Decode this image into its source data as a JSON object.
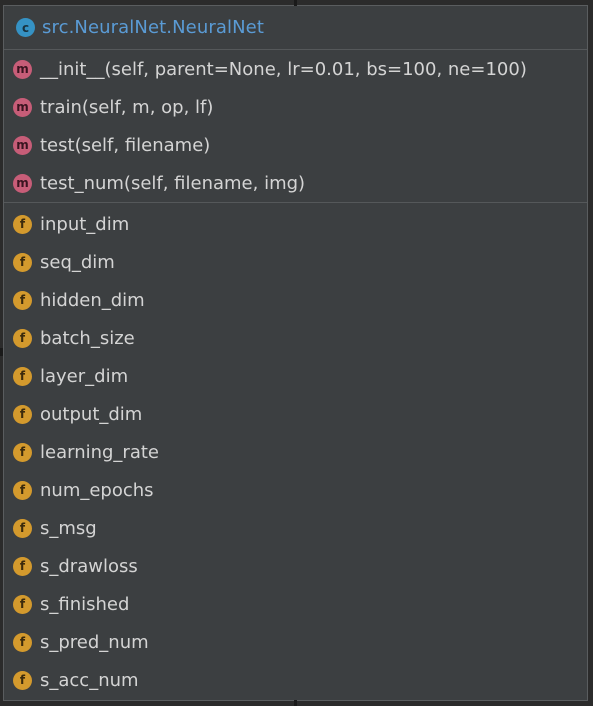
{
  "class": {
    "name": "src.NeuralNet.NeuralNet",
    "icon": "class-icon",
    "icon_letter": "c"
  },
  "methods": [
    {
      "label": "__init__(self, parent=None, lr=0.01, bs=100, ne=100)",
      "icon_letter": "m"
    },
    {
      "label": "train(self, m, op, lf)",
      "icon_letter": "m"
    },
    {
      "label": "test(self, filename)",
      "icon_letter": "m"
    },
    {
      "label": "test_num(self, filename, img)",
      "icon_letter": "m"
    }
  ],
  "fields": [
    {
      "label": "input_dim",
      "icon_letter": "f"
    },
    {
      "label": "seq_dim",
      "icon_letter": "f"
    },
    {
      "label": "hidden_dim",
      "icon_letter": "f"
    },
    {
      "label": "batch_size",
      "icon_letter": "f"
    },
    {
      "label": "layer_dim",
      "icon_letter": "f"
    },
    {
      "label": "output_dim",
      "icon_letter": "f"
    },
    {
      "label": "learning_rate",
      "icon_letter": "f"
    },
    {
      "label": "num_epochs",
      "icon_letter": "f"
    },
    {
      "label": "s_msg",
      "icon_letter": "f"
    },
    {
      "label": "s_drawloss",
      "icon_letter": "f"
    },
    {
      "label": "s_finished",
      "icon_letter": "f"
    },
    {
      "label": "s_pred_num",
      "icon_letter": "f"
    },
    {
      "label": "s_acc_num",
      "icon_letter": "f"
    }
  ],
  "colors": {
    "background": "#3c3f41",
    "class_title": "#5a9bd5",
    "class_badge": "#3592c4",
    "method_badge": "#c75d78",
    "field_badge": "#d49a2d",
    "text": "#d4d4d4"
  }
}
